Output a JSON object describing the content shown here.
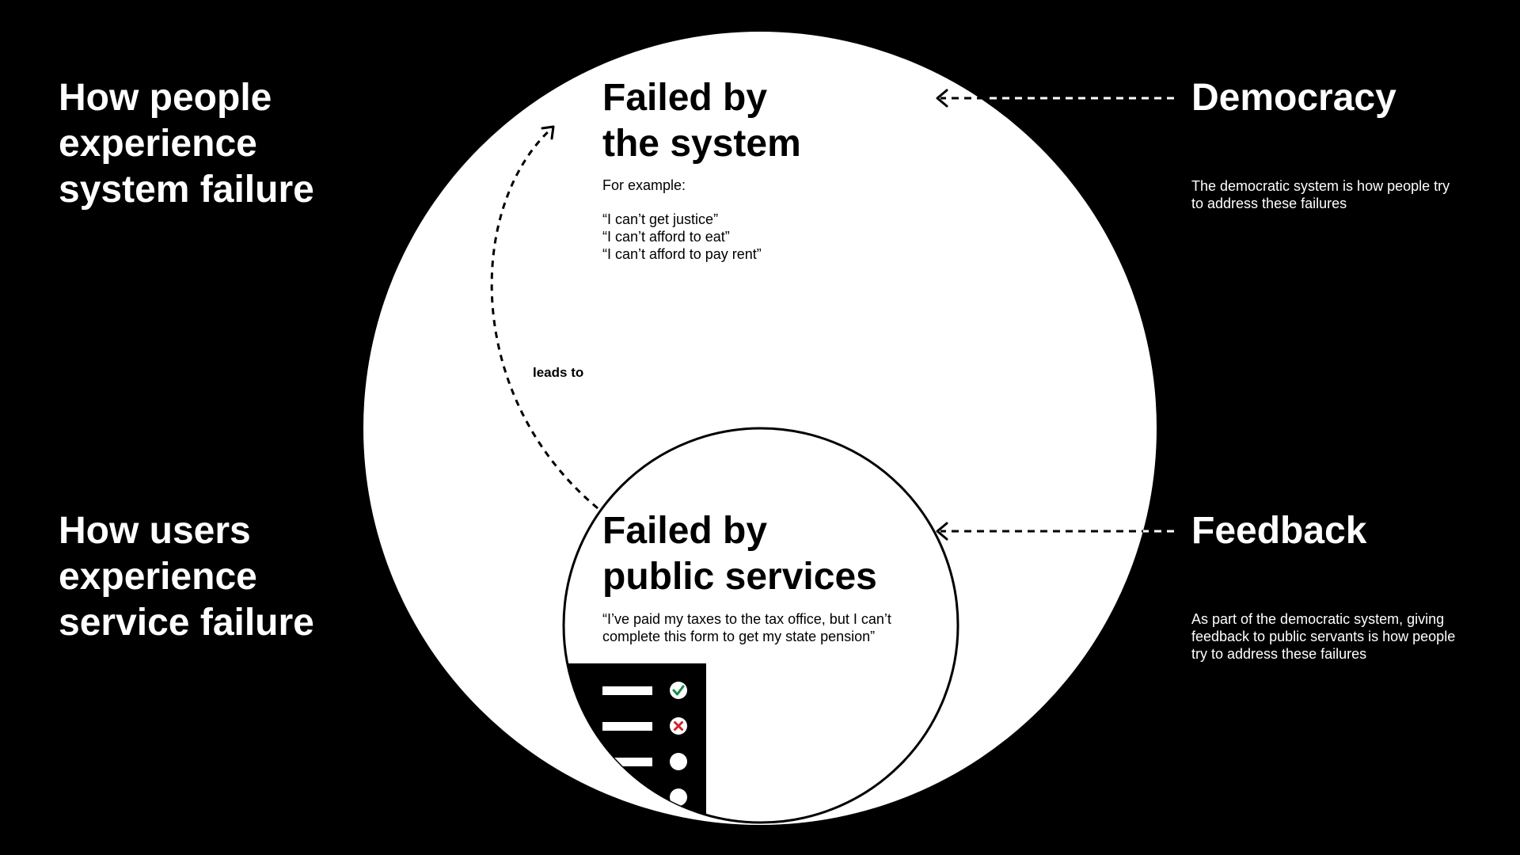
{
  "left": {
    "system_heading": "How people\nexperience\nsystem failure",
    "service_heading": "How users\nexperience\nservice failure"
  },
  "outer_circle": {
    "heading": "Failed by\nthe system",
    "example_intro": "For example:",
    "quotes": [
      "“I can’t get justice”",
      "“I can’t afford to eat”",
      "“I can’t afford to pay rent”"
    ],
    "arrow_label": "leads to"
  },
  "inner_circle": {
    "heading": "Failed by\npublic services",
    "quote": "“I’ve paid my taxes to the tax office, but I can’t\ncomplete this form to get my state pension”"
  },
  "form_illustration": {
    "status_icons": [
      "check-icon",
      "cross-icon",
      "empty-circle-icon",
      "empty-circle-icon"
    ],
    "check_color": "#1a8a4a",
    "cross_color": "#d4222a"
  },
  "right": {
    "democracy_heading": "Democracy",
    "democracy_text": "The democratic system is how people try\nto address these failures",
    "feedback_heading": "Feedback",
    "feedback_text": "As part of the democratic system, giving\nfeedback to public servants is how people\ntry to address these failures"
  }
}
